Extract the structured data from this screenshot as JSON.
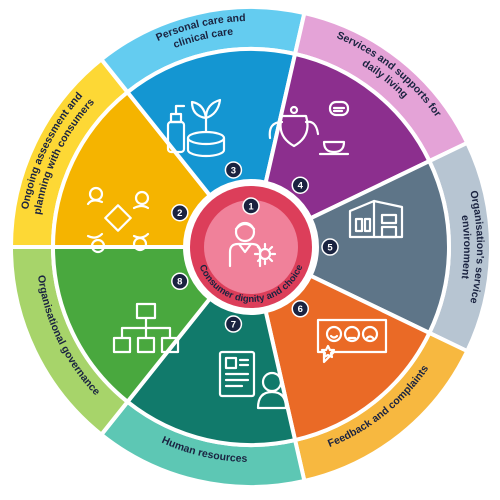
{
  "diagram": {
    "center": {
      "number": "1",
      "label": "Consumer dignity and choice",
      "icon": "person-with-gear-icon",
      "color": "#dc3e5a"
    },
    "segments": [
      {
        "number": "2",
        "label_lines": [
          "Ongoing assessment and",
          "planning with consumers"
        ],
        "icon": "people-around-table-icon",
        "outer_color": "#fdd835",
        "inner_color": "#f5b400"
      },
      {
        "number": "3",
        "label_lines": [
          "Personal care and",
          "clinical care"
        ],
        "icon": "care-products-plant-icon",
        "outer_color": "#64ccf0",
        "inner_color": "#1496d2"
      },
      {
        "number": "4",
        "label_lines": [
          "Services and supports for",
          "daily living"
        ],
        "icon": "teapot-cup-icon",
        "outer_color": "#e4a3d7",
        "inner_color": "#8c2f8e"
      },
      {
        "number": "5",
        "label_lines": [
          "Organisation's service",
          "environment"
        ],
        "icon": "building-icon",
        "outer_color": "#b7c5d2",
        "inner_color": "#5e7588"
      },
      {
        "number": "6",
        "label_lines": [
          "Feedback and complaints"
        ],
        "icon": "feedback-faces-icon",
        "outer_color": "#f7b840",
        "inner_color": "#ea6a26"
      },
      {
        "number": "7",
        "label_lines": [
          "Human resources"
        ],
        "icon": "staff-profile-icon",
        "outer_color": "#5dc7b4",
        "inner_color": "#117a6b"
      },
      {
        "number": "8",
        "label_lines": [
          "Organisational governance"
        ],
        "icon": "org-chart-icon",
        "outer_color": "#a7d46a",
        "inner_color": "#49a83e"
      }
    ],
    "colors": {
      "number_badge": "#1a2340",
      "ring_border": "#ffffff"
    }
  }
}
